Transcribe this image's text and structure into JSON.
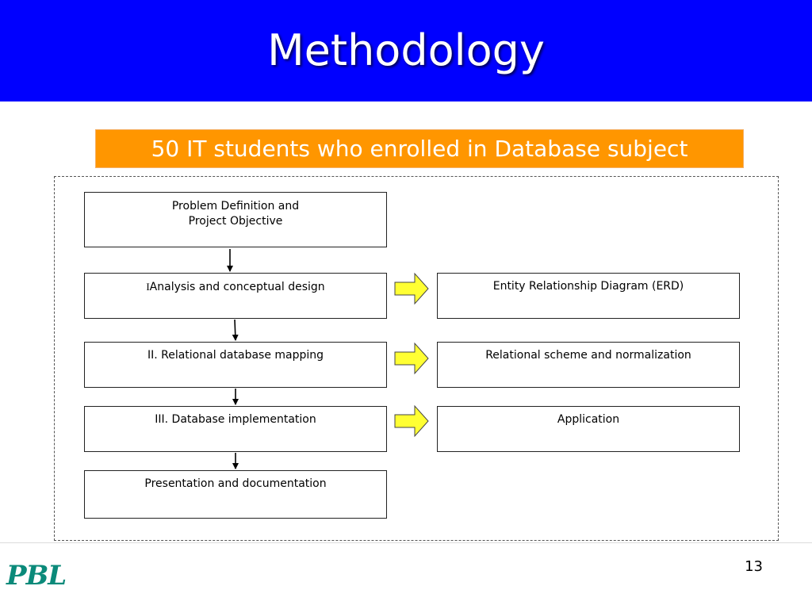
{
  "slide": {
    "title": "Methodology",
    "banner": "50 IT students who enrolled in Database subject",
    "page_number": "13",
    "logo": "PBL"
  },
  "steps": [
    {
      "line1": "Problem Definition and",
      "line2": "Project Objective"
    },
    {
      "prefix": "I",
      "label": "Analysis and conceptual design"
    },
    {
      "label": "II. Relational database mapping"
    },
    {
      "label": "III. Database implementation"
    },
    {
      "label": "Presentation and documentation"
    }
  ],
  "outputs": [
    {
      "label": "Entity Relationship Diagram (ERD)"
    },
    {
      "label": "Relational scheme and normalization"
    },
    {
      "label": "Application"
    }
  ],
  "colors": {
    "header": "#0000ff",
    "banner": "#ff9600",
    "arrow_fill": "#ffff33"
  }
}
